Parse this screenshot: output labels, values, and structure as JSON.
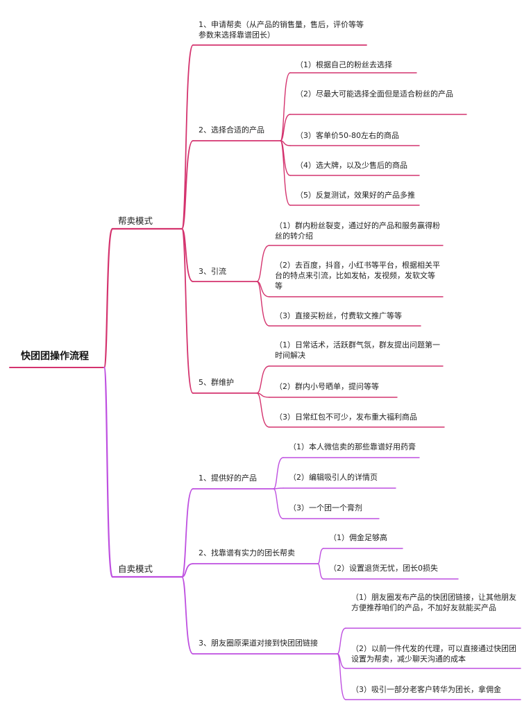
{
  "colors": {
    "pink": "#d4336e",
    "violet": "#be4fe0",
    "text": "#222222"
  },
  "root": {
    "title": "快团团操作流程"
  },
  "branches": [
    {
      "title": "帮卖模式",
      "color": "pink",
      "children": [
        {
          "title": "1、申请帮卖（从产品的销售量，售后，评价等等参数来选择靠谱团长）",
          "children": []
        },
        {
          "title": "2、选择合适的产品",
          "children": [
            "（1）根据自己的粉丝去选择",
            "（2）尽最大可能选择全面但是适合粉丝的产品",
            "（3）客单价50-80左右的商品",
            "（4）选大牌，以及少售后的商品",
            "（5）反复测试，效果好的产品多推"
          ]
        },
        {
          "title": "3、引流",
          "children": [
            "（1）群内粉丝裂变，通过好的产品和服务赢得粉丝的转介绍",
            "（2）去百度，抖音，小红书等平台，根据相关平台的特点来引流，比如发帖，发视频，发软文等等",
            "（3）直接买粉丝，付费软文推广等等"
          ]
        },
        {
          "title": "5、群维护",
          "children": [
            "（1）日常话术，活跃群气氛，群友提出问题第一时间解决",
            "（2）群内小号晒单，提问等等",
            "（3）日常红包不可少，发布重大福利商品"
          ]
        }
      ]
    },
    {
      "title": "自卖模式",
      "color": "violet",
      "children": [
        {
          "title": "1、提供好的产品",
          "children": [
            "（1）本人微信卖的那些靠谱好用药膏",
            "（2）编辑吸引人的详情页",
            "（3）一个团一个膏剂"
          ]
        },
        {
          "title": "2、找靠谱有实力的团长帮卖",
          "children": [
            "（1）佣金足够高",
            "（2）设置退货无忧，团长0损失"
          ]
        },
        {
          "title": "3、朋友圈原渠道对接到快团团链接",
          "children": [
            "（1）朋友圈发布产品的快团团链接，让其他朋友方便推荐咱们的产品，不加好友就能买产品",
            "（2）以前一件代发的代理，可以直接通过快团团设置为帮卖，减少聊天沟通的成本",
            "（3）吸引一部分老客户转华为团长，拿佣金"
          ]
        }
      ]
    }
  ]
}
